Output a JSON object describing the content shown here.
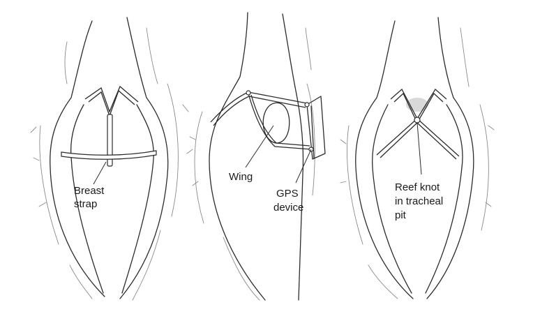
{
  "labels": {
    "panel1_line1": "Breast",
    "panel1_line2": "strap",
    "panel2_wing": "Wing",
    "panel2_gps_line1": "GPS",
    "panel2_gps_line2": "device",
    "panel3_line1": "Reef knot",
    "panel3_line2": "in tracheal",
    "panel3_line3": "pit"
  }
}
